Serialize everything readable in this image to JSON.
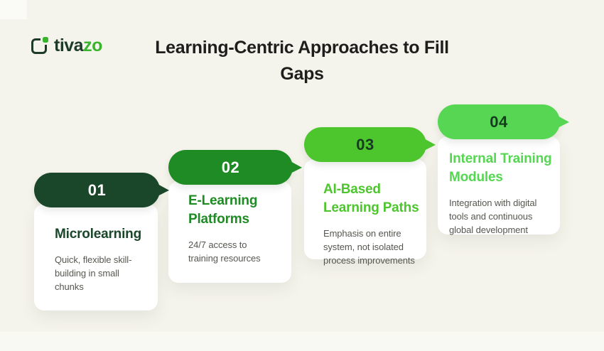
{
  "canvas": {
    "background": "#f5f4ec"
  },
  "logo": {
    "icon": "tivazo-mark",
    "brand_primary": "tiva",
    "brand_accent": "zo",
    "primary_color": "#1d3a2a",
    "accent_color": "#38b52c"
  },
  "header": {
    "title": "Learning-Centric Approaches to Fill\nGaps",
    "title_color": "#1e1e1c"
  },
  "description_color": "#575750",
  "steps": [
    {
      "number": "01",
      "title": "Microlearning",
      "description": "Quick, flexible skill-\nbuilding in small\nchunks",
      "badge_color": "#1a472a",
      "number_color": "#ffffff",
      "title_color": "#1a472a"
    },
    {
      "number": "02",
      "title": "E-Learning\nPlatforms",
      "description": "24/7 access to\ntraining resources",
      "badge_color": "#1f8b24",
      "number_color": "#ffffff",
      "title_color": "#1f8b24"
    },
    {
      "number": "03",
      "title": "AI-Based\nLearning Paths",
      "description": "Emphasis on entire\nsystem, not isolated\nprocess improvements",
      "badge_color": "#4dc62e",
      "number_color": "#163b20",
      "title_color": "#4dc62e"
    },
    {
      "number": "04",
      "title": "Internal Training\nModules",
      "description": "Integration with digital\ntools and continuous\nglobal development",
      "badge_color": "#56d653",
      "number_color": "#163b20",
      "title_color": "#56d653"
    }
  ]
}
